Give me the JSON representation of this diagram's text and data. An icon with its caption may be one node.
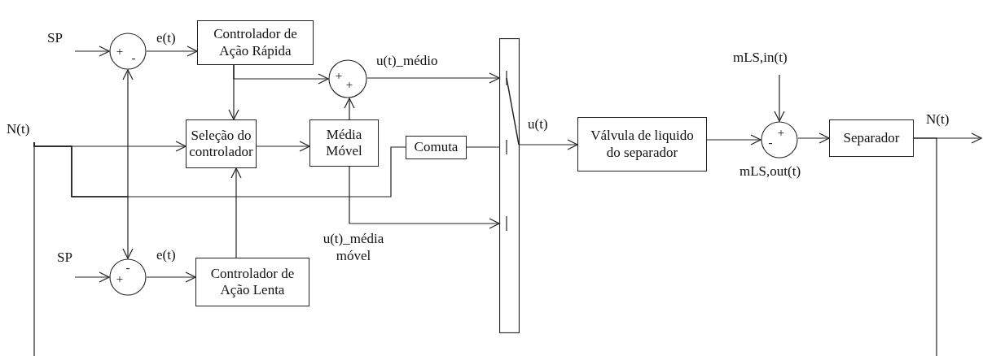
{
  "diagram": {
    "nodes": [
      {
        "text": [
          "SP"
        ]
      },
      {
        "text": [
          "+",
          "-"
        ]
      },
      {
        "text": [
          "Controlador de Ação Rápida"
        ]
      },
      {
        "text": [
          "+",
          "+"
        ]
      },
      {
        "text": [
          "N(t)"
        ]
      },
      {
        "text": [
          "Seleção do controlador"
        ]
      },
      {
        "text": [
          "Média Móvel"
        ]
      },
      {
        "text": [
          "Comuta"
        ]
      },
      {
        "text": [],
        "shape": "box"
      },
      {
        "text": [
          "Válvula de liquido do separador"
        ]
      },
      {
        "text": [
          "mLS,in(t)"
        ]
      },
      {
        "text": [
          "-",
          "+"
        ]
      },
      {
        "text": [
          "Separador"
        ]
      },
      {
        "text": [
          "SP"
        ]
      },
      {
        "text": [
          "+",
          "-"
        ]
      },
      {
        "text": [
          "Controlador de Ação Lenta"
        ]
      }
    ],
    "edges": [
      {
        "from": 0,
        "to": 1,
        "arrow": "to"
      },
      {
        "from": 1,
        "to": 2,
        "arrow": "to",
        "label": "e(t)"
      },
      {
        "from": 2,
        "to": 5,
        "arrow": "to"
      },
      {
        "from": 2,
        "to": 3,
        "arrow": "to"
      },
      {
        "from": 4,
        "to": 5,
        "arrow": "to"
      },
      {
        "from": 5,
        "to": 6,
        "arrow": "to"
      },
      {
        "from": 6,
        "to": 3,
        "arrow": "to"
      },
      {
        "from": 3,
        "to": 8,
        "arrow": "to",
        "label": "u(t)_médio"
      },
      {
        "from": 4,
        "to": 7,
        "arrow": "none"
      },
      {
        "from": 7,
        "to": 8,
        "arrow": "none"
      },
      {
        "from": 6,
        "to": 8,
        "arrow": "to",
        "label": "u(t)_média móvel"
      },
      {
        "from": 4,
        "to": 1,
        "arrow": "to"
      },
      {
        "from": 4,
        "to": 14,
        "arrow": "to"
      },
      {
        "from": 15,
        "to": 5,
        "arrow": "to"
      },
      {
        "from": 13,
        "to": 14,
        "arrow": "to"
      },
      {
        "from": 14,
        "to": 15,
        "arrow": "to",
        "label": "e(t)"
      },
      {
        "from": 8,
        "to": 9,
        "arrow": "to",
        "label": "u(t)"
      },
      {
        "from": 9,
        "to": 11,
        "arrow": "to",
        "label": "mLS,out(t)"
      },
      {
        "from": 10,
        "to": 11,
        "arrow": "to"
      },
      {
        "from": 11,
        "to": 12,
        "arrow": "to"
      },
      {
        "from": 12,
        "to": null,
        "arrow": "to",
        "label": "N(t)"
      },
      {
        "from": 12,
        "to": null,
        "arrow": "none"
      },
      {
        "from": null,
        "to": 4,
        "arrow": "none"
      }
    ]
  }
}
